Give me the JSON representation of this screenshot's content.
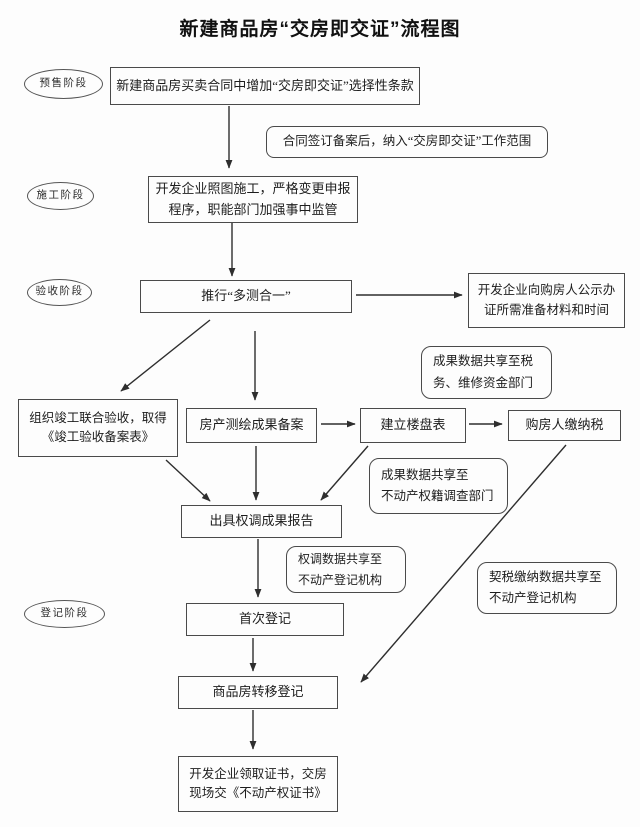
{
  "diagram": {
    "title": "新建商品房“交房即交证”流程图",
    "stages": {
      "presale": "预售阶段",
      "construction": "施工阶段",
      "acceptance": "验收阶段",
      "registration": "登记阶段"
    },
    "nodes": {
      "contract_clause": "新建商品房买卖合同中增加“交房即交证”选择性条款",
      "construction_supervision": [
        "开发企业照图施工，严格变更申报",
        "程序，职能部门加强事中监管"
      ],
      "multi_survey": "推行“多测合一”",
      "publicity_to_buyers": [
        "开发企业向购房人公示办",
        "证所需准备材料和时间"
      ],
      "joint_acceptance": [
        "组织竣工联合验收，取得",
        "《竣工验收备案表》"
      ],
      "survey_result_filing": "房产测绘成果备案",
      "building_roster": "建立楼盘表",
      "buyer_pays_tax": "购房人缴纳税",
      "rights_survey_report": "出具权调成果报告",
      "first_registration": "首次登记",
      "transfer_registration": "商品房转移登记",
      "certificate_delivery": [
        "开发企业领取证书，交房",
        "现场交《不动产权证书》"
      ]
    },
    "notes": {
      "contract_filing": "合同签订备案后，纳入“交房即交证”工作范围",
      "share_tax_fund": [
        "成果数据共享至税",
        "务、维修资金部门"
      ],
      "share_cadastral": [
        "成果数据共享至",
        "不动产权籍调查部门"
      ],
      "share_rights_registry": [
        "权调数据共享至",
        "不动产登记机构"
      ],
      "share_deed_tax": [
        "契税缴纳数据共享至",
        "不动产登记机构"
      ]
    }
  }
}
